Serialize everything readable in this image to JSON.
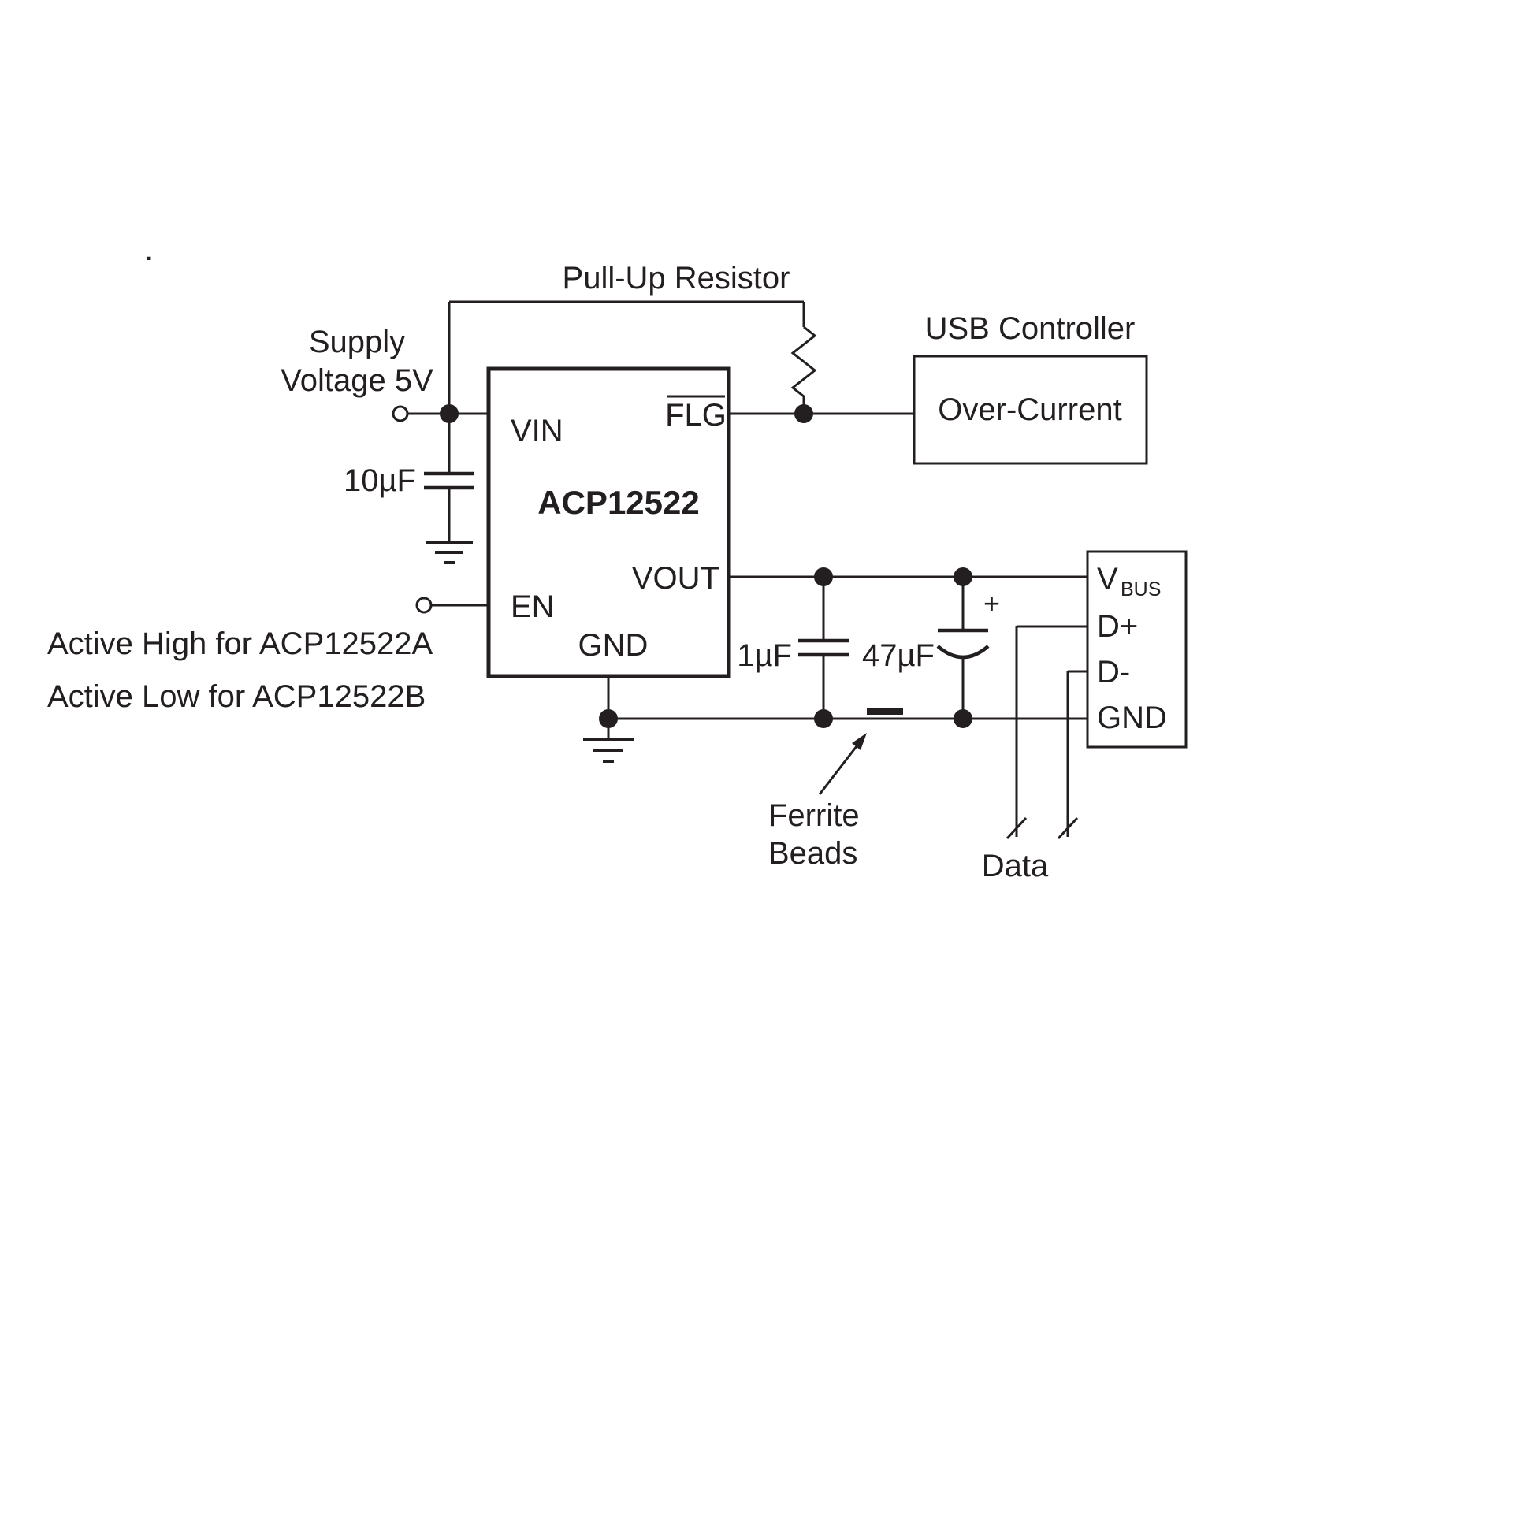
{
  "labels": {
    "pull_up_resistor": "Pull-Up Resistor",
    "supply_line1": "Supply",
    "supply_line2": "Voltage 5V",
    "usb_controller_title": "USB Controller",
    "over_current": "Over-Current",
    "ic_name": "ACP12522",
    "pin_vin": "VIN",
    "pin_flg": "FLG",
    "pin_vout": "VOUT",
    "pin_en": "EN",
    "pin_gnd": "GND",
    "cap_10uf": "10µF",
    "cap_1uf": "1µF",
    "cap_47uf": "47µF",
    "plus_sign": "+",
    "active_high": "Active High for ACP12522A",
    "active_low": "Active Low for ACP12522B",
    "ferrite_line1": "Ferrite",
    "ferrite_line2": "Beads",
    "data_label": "Data",
    "vbus_v": "V",
    "vbus_sub": "BUS",
    "conn_dplus": "D+",
    "conn_dminus": "D-",
    "conn_gnd": "GND",
    "stray_dot": "."
  },
  "colors": {
    "line": "#231f20",
    "background": "#ffffff"
  }
}
